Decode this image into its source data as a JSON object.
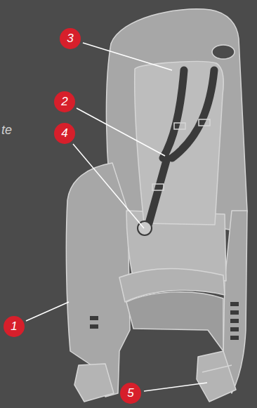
{
  "diagram": {
    "labels": [
      "3",
      "2",
      "4",
      "1",
      "5",
      "te"
    ]
  }
}
